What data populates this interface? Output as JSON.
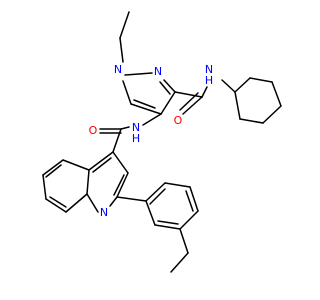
{
  "colors": {
    "background": "#ffffff",
    "bond": "#000000",
    "nitrogen": "#0000ff",
    "oxygen": "#ff0000"
  },
  "atom_labels": {
    "n_pyrazole_1": "N",
    "n_pyrazole_2": "N",
    "nh_cyclohexyl": "N",
    "h_cyclohexyl": "H",
    "o_pyrazole_amide": "O",
    "nh_linker": "N",
    "h_linker": "H",
    "o_quinoline_amide": "O",
    "n_quinoline": "N"
  }
}
